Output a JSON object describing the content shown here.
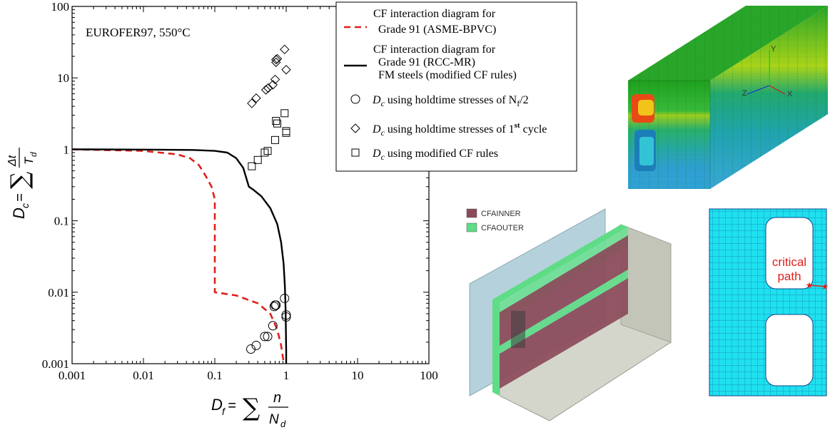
{
  "chart_data": {
    "type": "scatter",
    "xscale": "log",
    "yscale": "log",
    "xlim": [
      0.001,
      100
    ],
    "ylim": [
      0.001,
      100
    ],
    "xticks": [
      "0.001",
      "0.01",
      "0.1",
      "1",
      "10",
      "100"
    ],
    "yticks": [
      "0.001",
      "0.01",
      "0.1",
      "1",
      "10",
      "100"
    ],
    "annotation": "EUROFER97, 550°C",
    "legend_position": "top-right",
    "series": [
      {
        "name": "CF interaction diagram for Grade 91 (ASME-BPVC)",
        "kind": "dashed-line",
        "color": "#e0201c",
        "x": [
          0.001,
          0.01,
          0.03,
          0.045,
          0.06,
          0.075,
          0.09,
          0.1,
          0.1,
          0.1,
          0.2,
          0.4,
          0.6,
          0.75,
          0.85,
          0.93
        ],
        "y": [
          1,
          0.95,
          0.85,
          0.75,
          0.6,
          0.42,
          0.3,
          0.2,
          0.03,
          0.01,
          0.009,
          0.007,
          0.005,
          0.003,
          0.0018,
          0.001
        ]
      },
      {
        "name": "CF interaction diagram for Grade 91 (RCC-MR) FM steels (modified CF rules)",
        "kind": "solid-line",
        "color": "#000000",
        "x": [
          0.001,
          0.01,
          0.05,
          0.1,
          0.15,
          0.2,
          0.25,
          0.3,
          0.35,
          0.45,
          0.6,
          0.75,
          0.85,
          0.92,
          0.96,
          0.98,
          0.99,
          1.0,
          1.0
        ],
        "y": [
          1,
          0.99,
          0.98,
          0.95,
          0.9,
          0.75,
          0.55,
          0.3,
          0.27,
          0.22,
          0.15,
          0.09,
          0.05,
          0.025,
          0.012,
          0.006,
          0.003,
          0.0015,
          0.001
        ]
      },
      {
        "name": "D_c using holdtime stresses of N_f/2",
        "kind": "circle",
        "x": [
          0.32,
          0.38,
          0.5,
          0.55,
          0.65,
          0.68,
          0.7,
          0.72,
          0.95,
          1.0,
          1.0
        ],
        "y": [
          0.0016,
          0.0018,
          0.0024,
          0.0024,
          0.0034,
          0.0063,
          0.0066,
          0.0066,
          0.0082,
          0.0045,
          0.0048
        ]
      },
      {
        "name": "D_c using holdtime stresses of 1st cycle",
        "kind": "diamond",
        "x": [
          0.33,
          0.38,
          0.52,
          0.56,
          0.65,
          0.7,
          0.72,
          0.75,
          0.72,
          0.95,
          1.0
        ],
        "y": [
          4.4,
          5.2,
          6.8,
          7.2,
          8.0,
          9.5,
          16.5,
          18.5,
          18.0,
          25,
          13
        ]
      },
      {
        "name": "D_c using modified CF rules",
        "kind": "square",
        "x": [
          0.33,
          0.4,
          0.5,
          0.55,
          0.7,
          0.75,
          0.72,
          0.95,
          1.0,
          1.0
        ],
        "y": [
          0.58,
          0.71,
          0.9,
          0.95,
          1.35,
          2.3,
          2.5,
          3.2,
          1.7,
          1.8
        ]
      }
    ],
    "legend": {
      "entries": [
        {
          "kind": "dashed-line",
          "lines": [
            "CF interaction diagram for",
            "Grade 91 (ASME-BPVC)"
          ]
        },
        {
          "kind": "solid-line",
          "lines": [
            "CF interaction diagram for",
            "Grade 91 (RCC-MR)",
            "FM steels (modified CF rules)"
          ]
        },
        {
          "kind": "circle",
          "prefix": "D",
          "sub": "c",
          "mid": " using holdtime stresses of N",
          "sub2": "f",
          "suffix": "/2"
        },
        {
          "kind": "diamond",
          "prefix": "D",
          "sub": "c",
          "mid": " using holdtime stresses of 1",
          "sup": "st",
          "suffix": " cycle"
        },
        {
          "kind": "square",
          "prefix": "D",
          "sub": "c",
          "mid": " using modified CF rules"
        }
      ]
    },
    "ylabel": {
      "lhs": "D",
      "lhs_sub": "c",
      "eq": " = ",
      "sum": "∑",
      "num": "Δt",
      "den": "T",
      "den_sub": "d"
    },
    "xlabel": {
      "lhs": "D",
      "lhs_sub": "f",
      "eq": "= ",
      "sum": "∑",
      "num": "n",
      "den": "N",
      "den_sub": "d"
    }
  },
  "fe_models": {
    "set_labels": [
      "CFAINNER",
      "CFAOUTER"
    ],
    "set_colors": [
      "#8b4a5a",
      "#5fdc86"
    ],
    "critical_path_label": [
      "critical",
      "path"
    ],
    "axis_triad": [
      "Y",
      "Z",
      "X"
    ]
  }
}
